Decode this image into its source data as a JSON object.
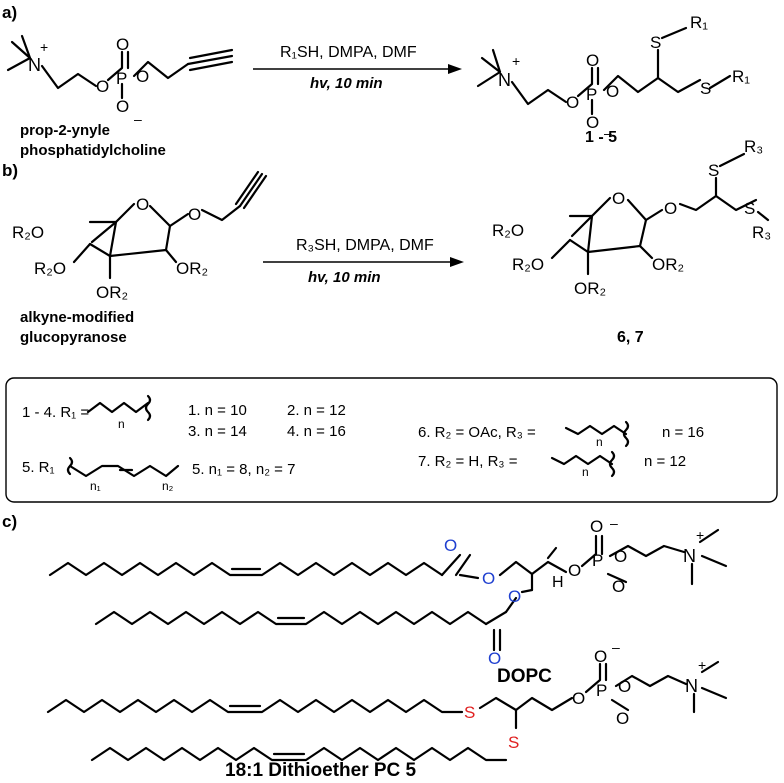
{
  "panel_a": {
    "label": "a)",
    "reagents": "R₁SH, DMPA, DMF",
    "conditions": "hv, 10 min",
    "start_name_line1": "prop-2-ynyle",
    "start_name_line2": "phosphatidylcholine",
    "product_id": "1 - 5",
    "atoms": {
      "N": "N",
      "plus": "+",
      "P": "P",
      "O": "O",
      "minus": "–",
      "S": "S",
      "R1": "R₁"
    }
  },
  "panel_b": {
    "label": "b)",
    "reagents": "R₃SH, DMPA, DMF",
    "conditions": "hv, 10 min",
    "start_name_line1": "alkyne-modified",
    "start_name_line2": "glucopyranose",
    "product_id": "6, 7",
    "atoms": {
      "O": "O",
      "R2O": "R₂O",
      "OR2": "OR₂",
      "S": "S",
      "R3": "R₃"
    }
  },
  "legend": {
    "row1_prefix": "1 - 4. R₁ =",
    "row1_n": "n",
    "entries": [
      "1. n = 10",
      "2. n = 12",
      "3. n = 14",
      "4. n = 16"
    ],
    "row2_prefix": "5. R₁",
    "row2_n1": "n₁",
    "row2_n2": "n₂",
    "entry5": "5. n₁ = 8, n₂ = 7",
    "entry6": "6. R₂ = OAc, R₃ =",
    "entry6_n_label": "n",
    "entry6_tail": "n = 16",
    "entry7": "7. R₂ = H, R₃ =",
    "entry7_n_label": "n",
    "entry7_tail": "n = 12"
  },
  "panel_c": {
    "label": "c)",
    "name1": "DOPC",
    "name2": "18:1 Dithioether PC 5",
    "atoms": {
      "O": "O",
      "P": "P",
      "N": "N",
      "H": "H",
      "S": "S",
      "plus": "+",
      "minus": "–"
    }
  },
  "colors": {
    "oxygen_highlight": "#2040d0",
    "sulfur_highlight": "#e02020"
  }
}
